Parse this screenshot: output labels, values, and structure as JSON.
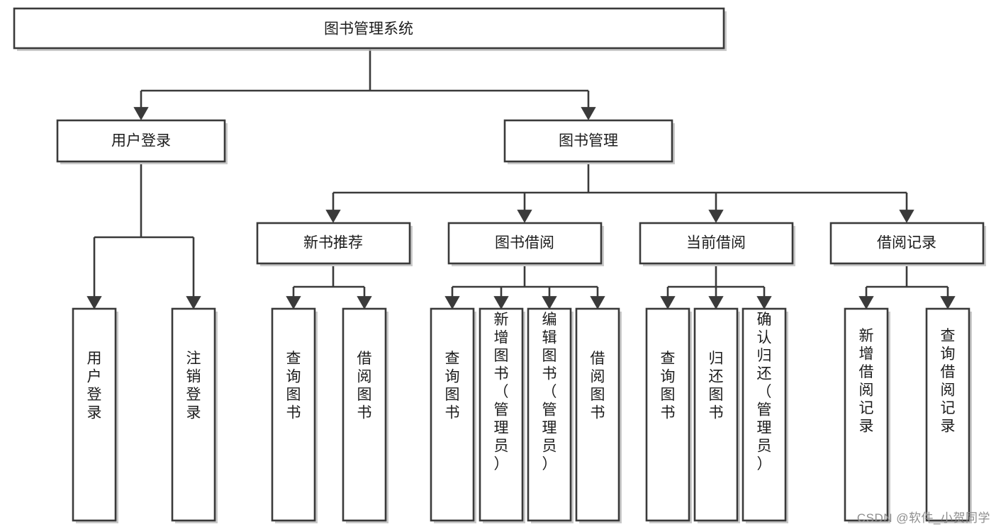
{
  "diagram": {
    "type": "tree-hierarchy",
    "title": "图书管理系统",
    "watermark": "CSDN @软件_小贺同学",
    "colors": {
      "stroke": "#3a3a3a",
      "fill": "#ffffff",
      "text": "#1c1c1c",
      "shadow": "#b8b8b8",
      "watermark": "#8e8e8e"
    },
    "levels": {
      "level1": [
        {
          "id": "root",
          "label": "图书管理系统",
          "orientation": "horizontal"
        }
      ],
      "level2": [
        {
          "id": "user-login",
          "label": "用户登录",
          "orientation": "horizontal",
          "parent": "root"
        },
        {
          "id": "book-manage",
          "label": "图书管理",
          "orientation": "horizontal",
          "parent": "root"
        }
      ],
      "level3": [
        {
          "id": "new-book-recommend",
          "label": "新书推荐",
          "orientation": "horizontal",
          "parent": "book-manage"
        },
        {
          "id": "book-borrow",
          "label": "图书借阅",
          "orientation": "horizontal",
          "parent": "book-manage"
        },
        {
          "id": "current-borrow",
          "label": "当前借阅",
          "orientation": "horizontal",
          "parent": "book-manage"
        },
        {
          "id": "borrow-record",
          "label": "借阅记录",
          "orientation": "horizontal",
          "parent": "book-manage"
        }
      ],
      "level4": [
        {
          "id": "leaf-user-login",
          "label": "用户登录",
          "orientation": "vertical",
          "parent": "user-login"
        },
        {
          "id": "leaf-logout",
          "label": "注销登录",
          "orientation": "vertical",
          "parent": "user-login"
        },
        {
          "id": "leaf-query-book-1",
          "label": "查询图书",
          "orientation": "vertical",
          "parent": "new-book-recommend"
        },
        {
          "id": "leaf-borrow-book-1",
          "label": "借阅图书",
          "orientation": "vertical",
          "parent": "new-book-recommend"
        },
        {
          "id": "leaf-query-book-2",
          "label": "查询图书",
          "orientation": "vertical",
          "parent": "book-borrow"
        },
        {
          "id": "leaf-add-book",
          "label": "新增图书（管理员）",
          "orientation": "vertical",
          "parent": "book-borrow"
        },
        {
          "id": "leaf-edit-book",
          "label": "编辑图书（管理员）",
          "orientation": "vertical",
          "parent": "book-borrow"
        },
        {
          "id": "leaf-borrow-book-2",
          "label": "借阅图书",
          "orientation": "vertical",
          "parent": "book-borrow"
        },
        {
          "id": "leaf-query-book-3",
          "label": "查询图书",
          "orientation": "vertical",
          "parent": "current-borrow"
        },
        {
          "id": "leaf-return-book",
          "label": "归还图书",
          "orientation": "vertical",
          "parent": "current-borrow"
        },
        {
          "id": "leaf-confirm-return",
          "label": "确认归还（管理员）",
          "orientation": "vertical",
          "parent": "current-borrow"
        },
        {
          "id": "leaf-add-record",
          "label": "新增借阅记录",
          "orientation": "vertical",
          "parent": "borrow-record"
        },
        {
          "id": "leaf-query-record",
          "label": "查询借阅记录",
          "orientation": "vertical",
          "parent": "borrow-record"
        }
      ]
    }
  }
}
